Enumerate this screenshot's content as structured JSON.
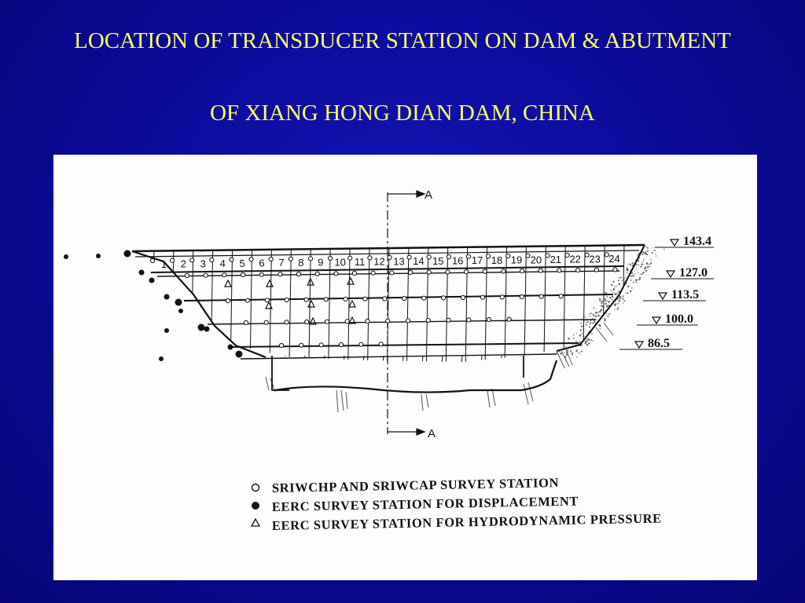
{
  "slide": {
    "title_line1": "LOCATION OF TRANSDUCER STATION ON DAM & ABUTMENT",
    "title_line2": "OF XIANG HONG DIAN DAM, CHINA"
  },
  "diagram": {
    "section_marker": "A",
    "block_numbers": [
      "1",
      "2",
      "3",
      "4",
      "5",
      "6",
      "7",
      "8",
      "9",
      "10",
      "11",
      "12",
      "13",
      "14",
      "15",
      "16",
      "17",
      "18",
      "19",
      "20",
      "21",
      "22",
      "23",
      "24"
    ],
    "elevations": [
      "143.4",
      "127.0",
      "113.5",
      "100.0",
      "86.5"
    ]
  },
  "legend": {
    "items": [
      {
        "symbol": "open-circle",
        "text": "SRIWCHP AND SRIWCAP SURVEY STATION"
      },
      {
        "symbol": "filled-circle",
        "text": "EERC SURVEY STATION FOR DISPLACEMENT"
      },
      {
        "symbol": "open-triangle",
        "text": "EERC SURVEY STATION FOR HYDRODYNAMIC PRESSURE"
      }
    ]
  },
  "colors": {
    "background": "#0a0a96",
    "title": "#ffff66",
    "panel": "#fdfdfb",
    "ink": "#111111"
  }
}
